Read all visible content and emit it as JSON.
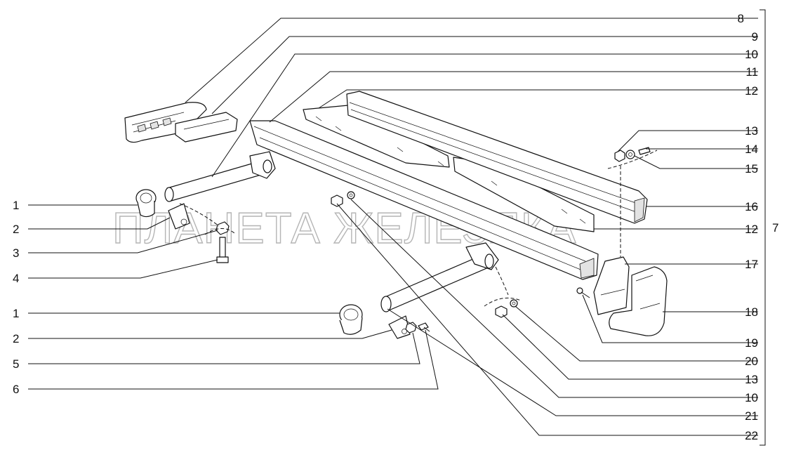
{
  "watermark": "ПЛАНЕТА ЖЕЛЕЗЯКА",
  "group_label": "7",
  "right_callouts": [
    "8",
    "9",
    "10",
    "11",
    "12",
    "13",
    "14",
    "15",
    "16",
    "12",
    "17",
    "18",
    "19",
    "20",
    "13",
    "10",
    "21",
    "22"
  ],
  "left_callouts": [
    "1",
    "2",
    "3",
    "4",
    "1",
    "2",
    "5",
    "6"
  ]
}
